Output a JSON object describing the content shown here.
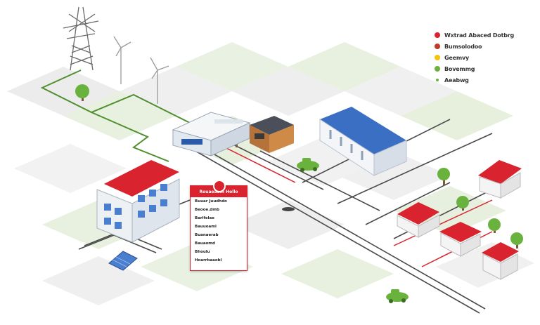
{
  "legend": {
    "items": [
      {
        "label": "Wxtrad Abaced Dotbrg",
        "color": "#d9232e",
        "second_color": "#3b5fc0"
      },
      {
        "label": "Bumsolodoo",
        "color": "#c0392b"
      },
      {
        "label": "Geemvy",
        "color": "#f2c40f"
      },
      {
        "label": "Bovemmg",
        "color": "#6ab23e"
      },
      {
        "label": "Aeabwg",
        "color": "#6ab23e"
      }
    ]
  },
  "info_panel": {
    "title": "Rouaeaom Hollo",
    "items": [
      "Buuar Juudhdo",
      "Beooe.dmb",
      "Barlfelae",
      "Bauuoaml",
      "Buanaerab",
      "Bauaomd",
      "Bhoulu",
      "Hoarrbaaobl"
    ]
  },
  "colors": {
    "accent_red": "#d9232e",
    "grass": "#6ab23e",
    "roof_blue": "#3b6fc4",
    "tile_green": "#e6f1de",
    "tile_gray": "#ebebeb"
  }
}
